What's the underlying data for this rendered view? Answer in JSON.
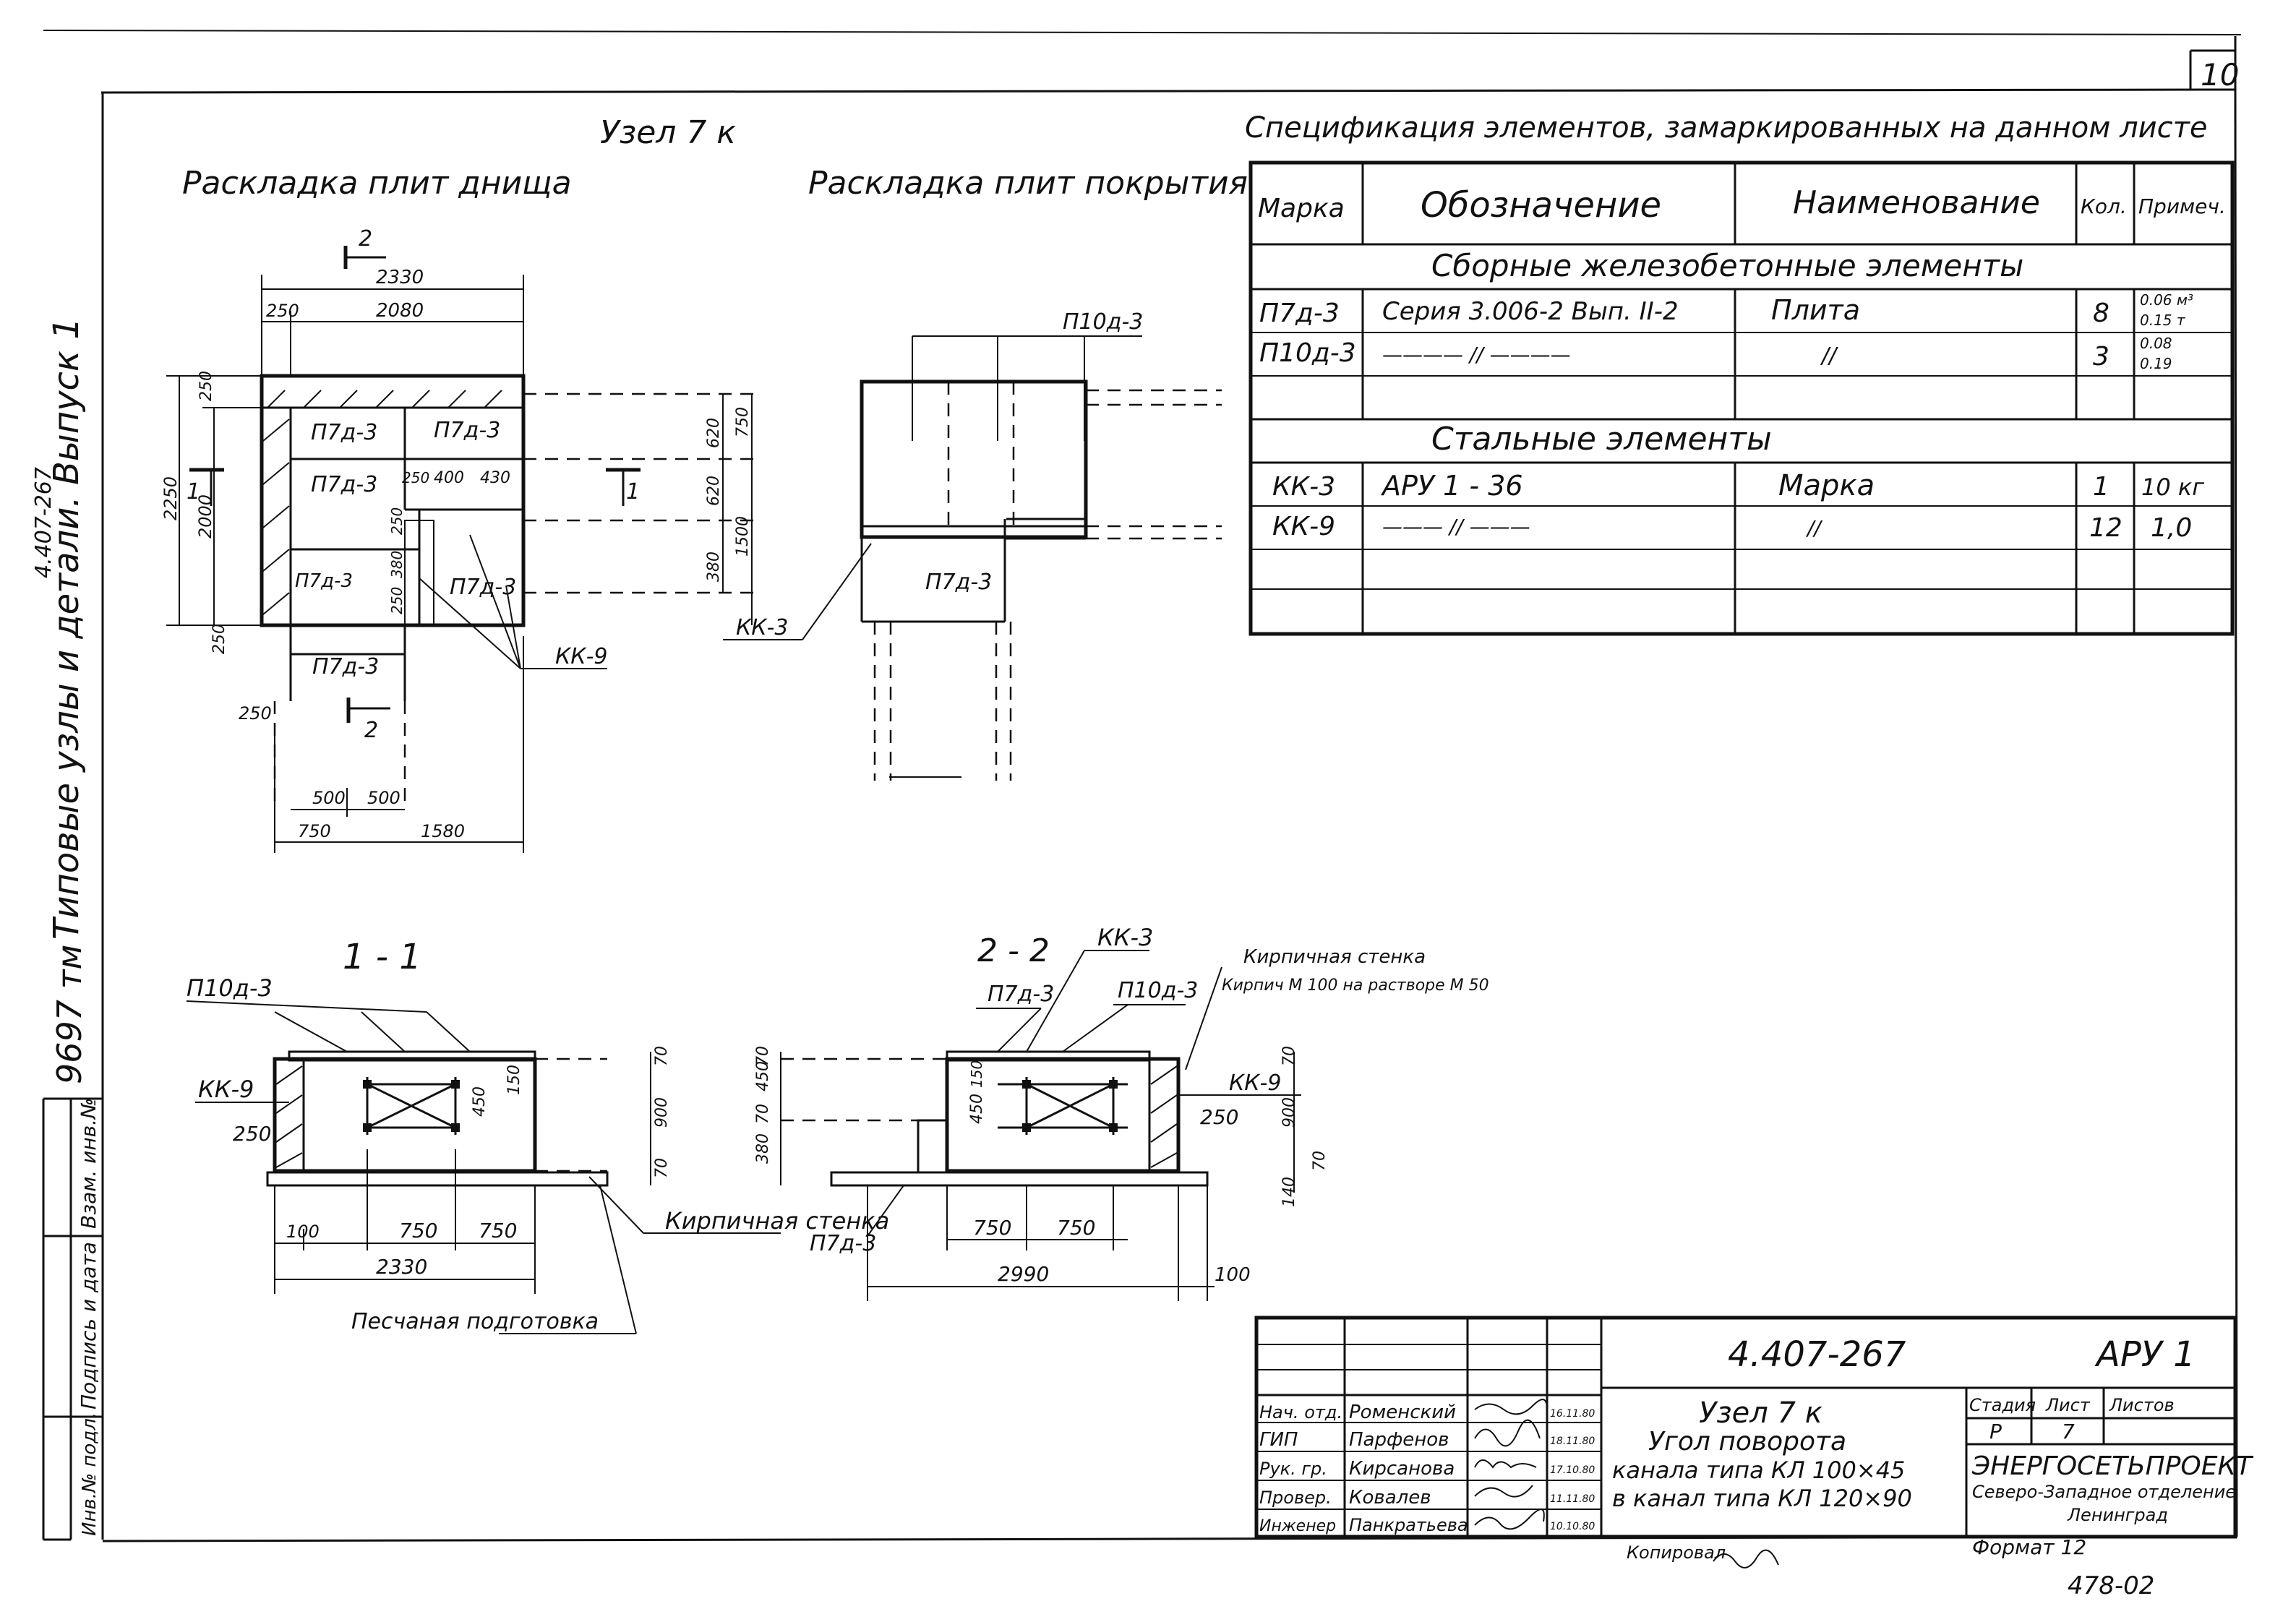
{
  "page_number": "10",
  "side_strip": {
    "series": "Типовые узлы и детали. Выпуск 1",
    "code": "9697 тм",
    "doc": "4.407-267"
  },
  "stamp_side": {
    "vzam": "Взам. инв.№",
    "podpis": "Подпись и дата",
    "inv": "Инв.№ подл."
  },
  "title_node": "Узел 7 к",
  "plan_bottom": {
    "title": "Раскладка плит днища",
    "section_mark_top": "2",
    "section_mark_bottom": "2",
    "section_mark_left": "1",
    "section_mark_right": "1",
    "dims": [
      "2330",
      "250",
      "2080",
      "2250",
      "2000",
      "250",
      "250",
      "250",
      "620",
      "620",
      "750",
      "1500",
      "380",
      "250",
      "400",
      "430",
      "250",
      "380",
      "250",
      "500",
      "500",
      "750",
      "1580"
    ],
    "plates": [
      "П7д-3",
      "П7д-3",
      "П7д-3",
      "П7д-3",
      "П7д-3",
      "П7д-3"
    ],
    "kk": "КК-9"
  },
  "plan_top": {
    "title": "Раскладка плит покрытия",
    "plate_top": "П10д-3",
    "plate": "П7д-3",
    "kk": "КК-3"
  },
  "spec": {
    "title": "Спецификация элементов, замаркированных на данном листе",
    "headers": [
      "Марка",
      "Обозначение",
      "Наименование",
      "Кол.",
      "Примеч."
    ],
    "group1": "Сборные железобетонные элементы",
    "group2": "Стальные элементы",
    "rows1": [
      {
        "mark": "П7д-3",
        "oboz": "Серия 3.006-2 Вып. II-2",
        "name": "Плита",
        "qty": "8",
        "note1": "0.06 м³",
        "note2": "0.15 т"
      },
      {
        "mark": "П10д-3",
        "oboz": "———— // ————",
        "name": "//",
        "qty": "3",
        "note1": "0.08",
        "note2": "0.19"
      }
    ],
    "rows2": [
      {
        "mark": "КК-3",
        "oboz": "АРУ 1 - 36",
        "name": "Марка",
        "qty": "1",
        "note": "10 кг"
      },
      {
        "mark": "КК-9",
        "oboz": "——— // ———",
        "name": "//",
        "qty": "12",
        "note": "1,0"
      }
    ]
  },
  "section11": {
    "title": "1 - 1",
    "labels": [
      "П10д-3",
      "КК-9",
      "Кирпичная стенка",
      "Песчаная подготовка"
    ],
    "dims": [
      "250",
      "450",
      "150",
      "70",
      "900",
      "70",
      "100",
      "750",
      "750",
      "2330"
    ]
  },
  "section22": {
    "title": "2 - 2",
    "labels": [
      "КК-3",
      "П7д-3",
      "П10д-3",
      "Кирпичная стенка",
      "Кирпич М 100 на растворе М 50",
      "КК-9",
      "П7д-3"
    ],
    "dims": [
      "70",
      "450",
      "70",
      "380",
      "150",
      "450",
      "250",
      "70",
      "900",
      "70",
      "140",
      "750",
      "750",
      "2990",
      "100"
    ]
  },
  "title_block": {
    "doc_code": "4.407-267",
    "album": "АРУ 1",
    "drawing_title_1": "Узел 7 к",
    "drawing_title_2": "Угол поворота",
    "drawing_title_3": "канала типа КЛ 100×45",
    "drawing_title_4": "в канал типа КЛ 120×90",
    "stage_h": "Стадия",
    "sheet_h": "Лист",
    "sheets_h": "Листов",
    "stage": "Р",
    "sheet": "7",
    "org1": "ЭНЕРГОСЕТЬПРОЕКТ",
    "org2": "Северо-Западное отделение",
    "org3": "Ленинград",
    "people": [
      {
        "role": "Нач. отд.",
        "name": "Роменский",
        "date": "16.11.80"
      },
      {
        "role": "ГИП",
        "name": "Парфенов",
        "date": "18.11.80"
      },
      {
        "role": "Рук. гр.",
        "name": "Кирсанова",
        "date": "17.10.80"
      },
      {
        "role": "Провер.",
        "name": "Ковалев",
        "date": "11.11.80"
      },
      {
        "role": "Инженер",
        "name": "Панкратьева",
        "date": "10.10.80"
      }
    ],
    "copied": "Копировал",
    "format": "Формат 12",
    "stamp_no": "478-02"
  }
}
